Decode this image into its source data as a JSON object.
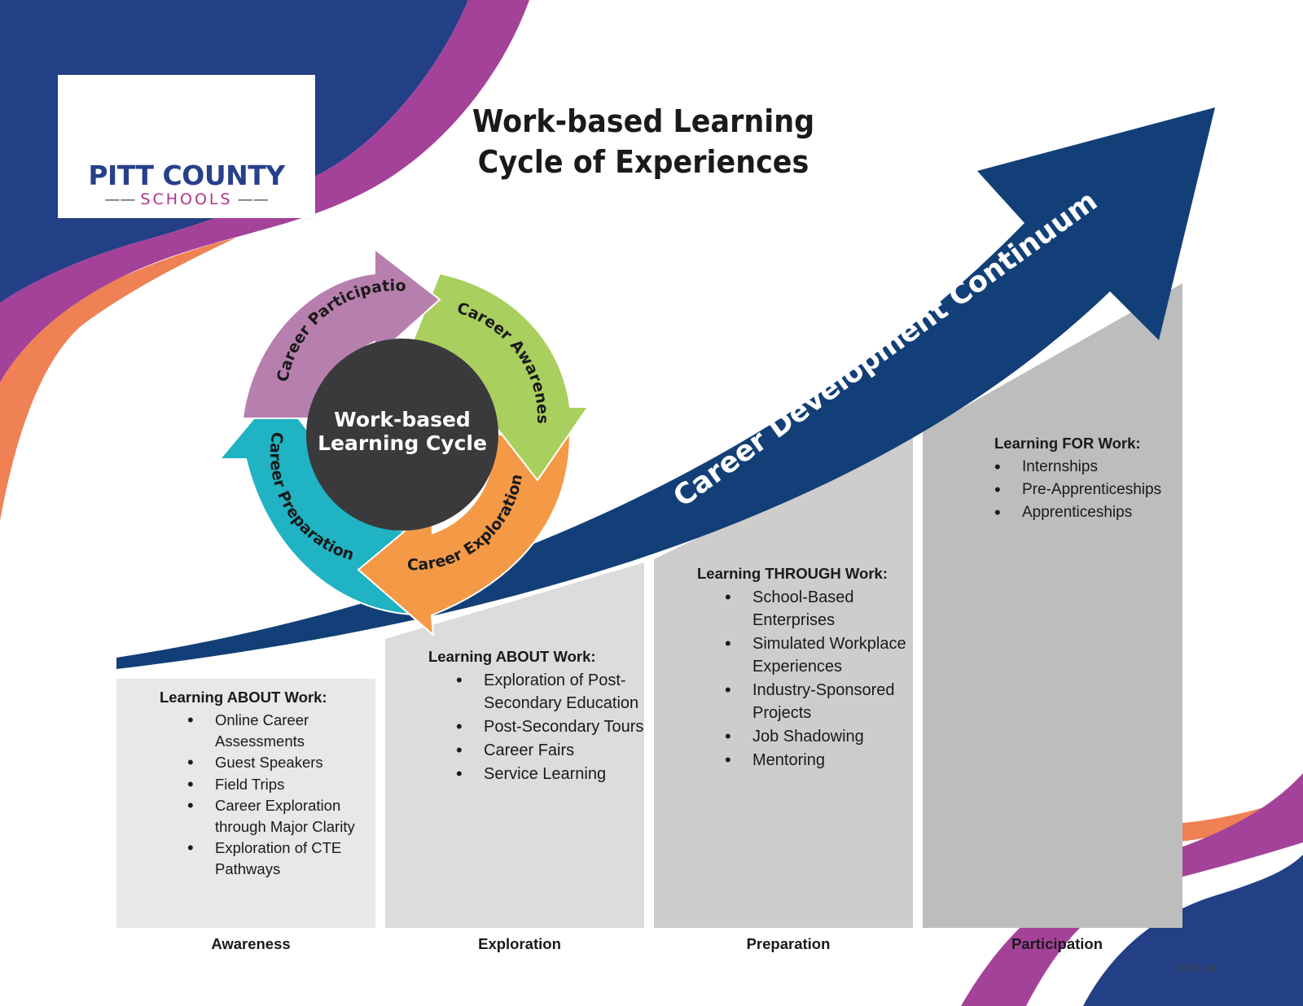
{
  "logo": {
    "name": "PITT COUNTY",
    "sub": "SCHOOLS"
  },
  "title": {
    "line1": "Work-based Learning",
    "line2": "Cycle of Experiences"
  },
  "cycle": {
    "center_line1": "Work-based",
    "center_line2": "Learning Cycle",
    "segments": [
      {
        "label": "Career Participation",
        "color": "#b77fae"
      },
      {
        "label": "Career Awareness",
        "color": "#a9cf5e"
      },
      {
        "label": "Career Exploration",
        "color": "#f49a47"
      },
      {
        "label": "Career Preparation",
        "color": "#1fb3c3"
      }
    ]
  },
  "continuum_label": "Career Development Continuum",
  "columns": [
    {
      "heading": "Learning ABOUT Work:",
      "items": [
        "Online Career Assessments",
        "Guest Speakers",
        "Field Trips",
        "Career Exploration through Major Clarity",
        "Exploration of CTE Pathways"
      ],
      "stage": "Awareness"
    },
    {
      "heading": "Learning ABOUT Work:",
      "items": [
        "Exploration of Post-Secondary Education",
        "Post-Secondary Tours",
        "Career Fairs",
        "Service Learning"
      ],
      "stage": "Exploration"
    },
    {
      "heading": "Learning THROUGH Work:",
      "items": [
        "School-Based Enterprises",
        "Simulated Workplace Experiences",
        "Industry-Sponsored Projects",
        "Job Shadowing",
        "Mentoring"
      ],
      "stage": "Preparation"
    },
    {
      "heading": "Learning FOR Work:",
      "items": [
        "Internships",
        "Pre-Apprenticeships",
        "Apprenticeships"
      ],
      "stage": "Participation"
    }
  ],
  "footer_code": "SY25-26",
  "colors": {
    "navy": "#233f85",
    "magenta": "#a4429a",
    "orange": "#ef8154",
    "arrow": "#123f77",
    "center": "#3a3a3c"
  }
}
